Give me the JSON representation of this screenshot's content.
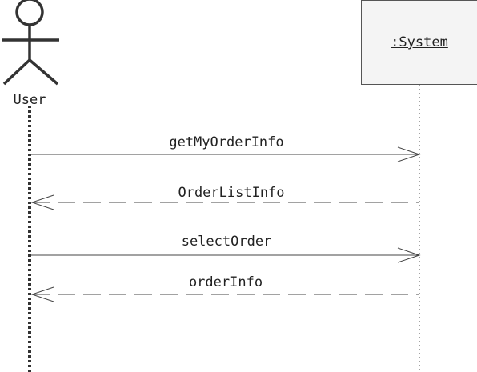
{
  "actor": {
    "name": "User"
  },
  "object": {
    "name": ":System"
  },
  "messages": [
    {
      "label": "getMyOrderInfo",
      "kind": "call"
    },
    {
      "label": "OrderListInfo",
      "kind": "return"
    },
    {
      "label": "selectOrder",
      "kind": "call"
    },
    {
      "label": "orderInfo",
      "kind": "return"
    }
  ]
}
